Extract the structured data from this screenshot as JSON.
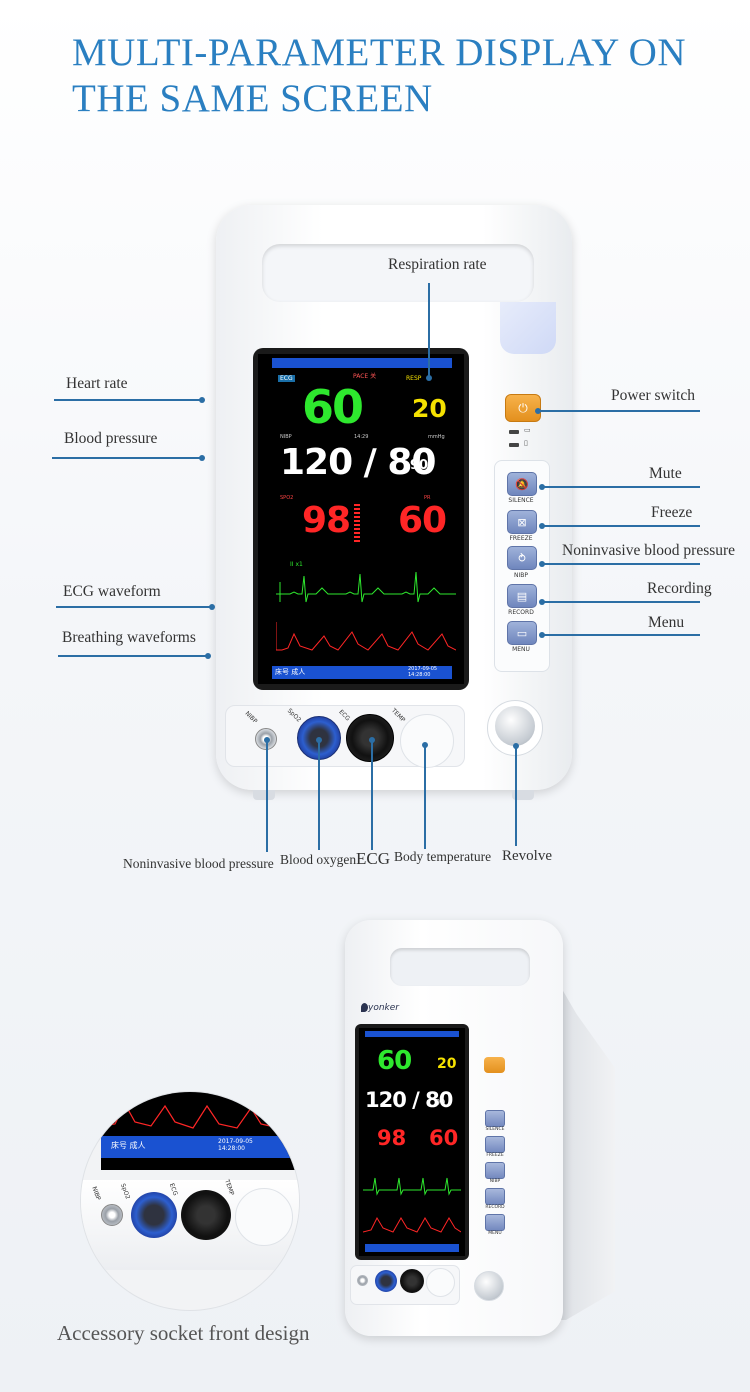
{
  "headline": {
    "line1": "MULTI-PARAMETER DISPLAY ON",
    "line2": "THE SAME SCREEN"
  },
  "callouts": {
    "respiration_rate": "Respiration rate",
    "heart_rate": "Heart rate",
    "blood_pressure": "Blood pressure",
    "ecg_waveform": "ECG waveform",
    "breathing_waveforms": "Breathing waveforms",
    "power_switch": "Power switch",
    "mute": "Mute",
    "freeze": "Freeze",
    "nibp": "Noninvasive blood pressure",
    "recording": "Recording",
    "menu": "Menu",
    "bottom_nibp": "Noninvasive blood pressure",
    "blood_oxygen": "Blood oxygen",
    "ecg": "ECG",
    "body_temperature": "Body temperature",
    "revolve": "Revolve"
  },
  "screen": {
    "ecg_tag": "ECG",
    "pace_tag": "PACE 关",
    "resp_tag": "RESP",
    "heart_rate": "60",
    "resp_rate": "20",
    "nibp_tag": "NIBP",
    "nibp_time": "14:29",
    "nibp_unit": "mmHg",
    "bp": "120 / 80",
    "bp_mean": "90",
    "spo2_tag": "SPO2",
    "pr_tag": "PR",
    "spo2": "98",
    "pulse_rate": "60",
    "ecg_lead": "II    x1",
    "bottom_left": "床号    成人",
    "bottom_right_date": "2017-09-05",
    "bottom_right_time": "14:28:00"
  },
  "controls": {
    "silence": "SILENCE",
    "freeze": "FREEZE",
    "nibp": "NIBP",
    "record": "RECORD",
    "menu": "MENU"
  },
  "connectors": {
    "nibp": "NIBP",
    "spo2": "SpO2",
    "ecg": "ECG",
    "temp": "TEMP"
  },
  "second_monitor": {
    "brand": "yonker",
    "heart_rate": "60",
    "resp_rate": "20",
    "bp": "120 / 80",
    "bp_mean": "90",
    "spo2": "98",
    "pulse_rate": "60",
    "silence": "SILENCE",
    "freeze": "FREEZE",
    "nibp": "NIBP",
    "record": "RECORD",
    "menu": "MENU"
  },
  "zoom": {
    "bar_left": "床号    成人",
    "bar_date": "2017-09-05",
    "bar_time": "14:28:00",
    "nibp": "NIBP",
    "spo2": "SpO2",
    "ecg": "ECG",
    "temp": "TEMP"
  },
  "caption": "Accessory socket front design",
  "colors": {
    "headline": "#2a7fc1",
    "callout_line": "#2b6ea5",
    "hr_green": "#2ee82e",
    "resp_yellow": "#f5e100",
    "spo2_red": "#ff2626",
    "screen_bar_blue": "#1a52d1",
    "power_orange": "#e3901e"
  }
}
